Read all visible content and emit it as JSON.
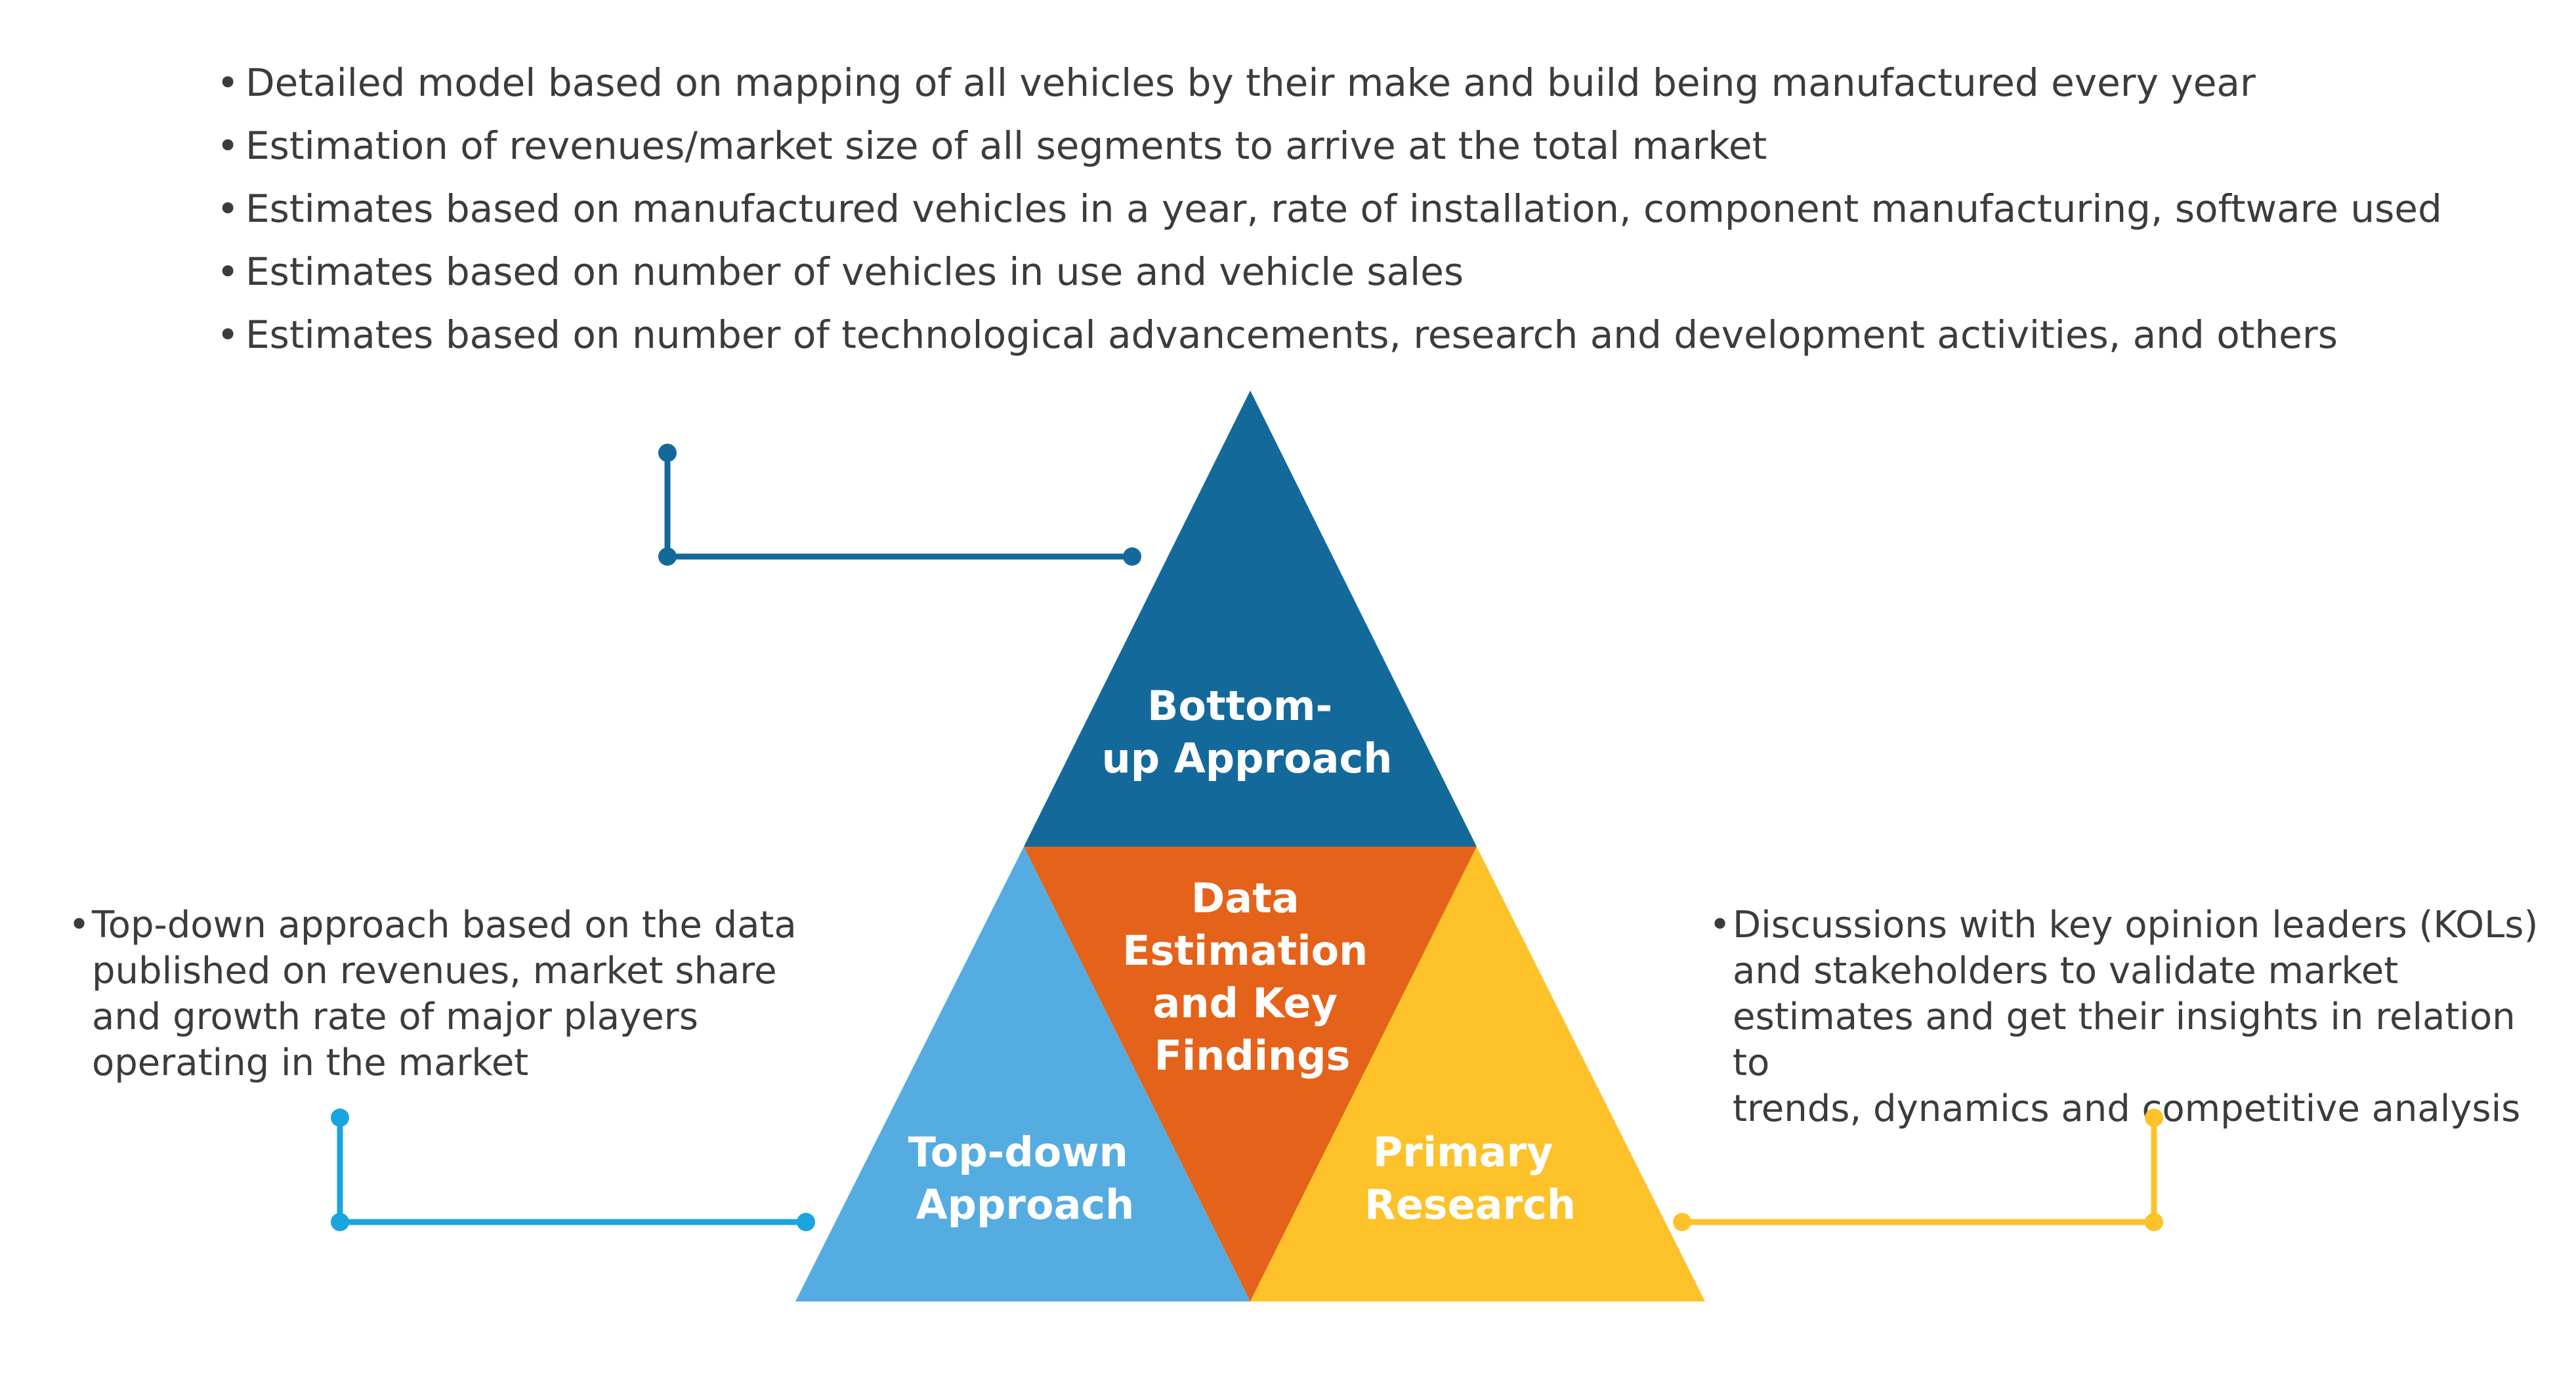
{
  "top_bullets": [
    "Detailed model based on mapping of all vehicles by their make and build being manufactured every year",
    "Estimation of revenues/market size of all segments to arrive at the total market",
    "Estimates based on manufactured vehicles in a year, rate of installation, component manufacturing, software used",
    "Estimates based on number of vehicles in use and vehicle sales",
    "Estimates based on number of technological advancements, research and development activities, and others"
  ],
  "bullet_glyph": "•",
  "left_text": {
    "lines": [
      "Top-down approach based on the data",
      "published on revenues,  market share",
      "and growth rate of major players",
      "operating in the market"
    ]
  },
  "right_text": {
    "lines": [
      "Discussions with key opinion leaders (KOLs)",
      "and stakeholders to validate market",
      "estimates and get their insights in relation to",
      "trends, dynamics and competitive analysis"
    ]
  },
  "triangle": {
    "top": {
      "lines": [
        "Bottom-",
        "up Approach"
      ],
      "color": "#14699b"
    },
    "center": {
      "lines": [
        "Data",
        "Estimation",
        "and Key",
        "Findings"
      ],
      "color": "#e5621a"
    },
    "left": {
      "lines": [
        "Top-down",
        "Approach"
      ],
      "color": "#55ace0"
    },
    "right": {
      "lines": [
        "Primary",
        "Research"
      ],
      "color": "#fdc22a"
    }
  },
  "connector_colors": {
    "top": "#14699b",
    "left": "#1aa4e0",
    "right": "#fdc22a"
  }
}
